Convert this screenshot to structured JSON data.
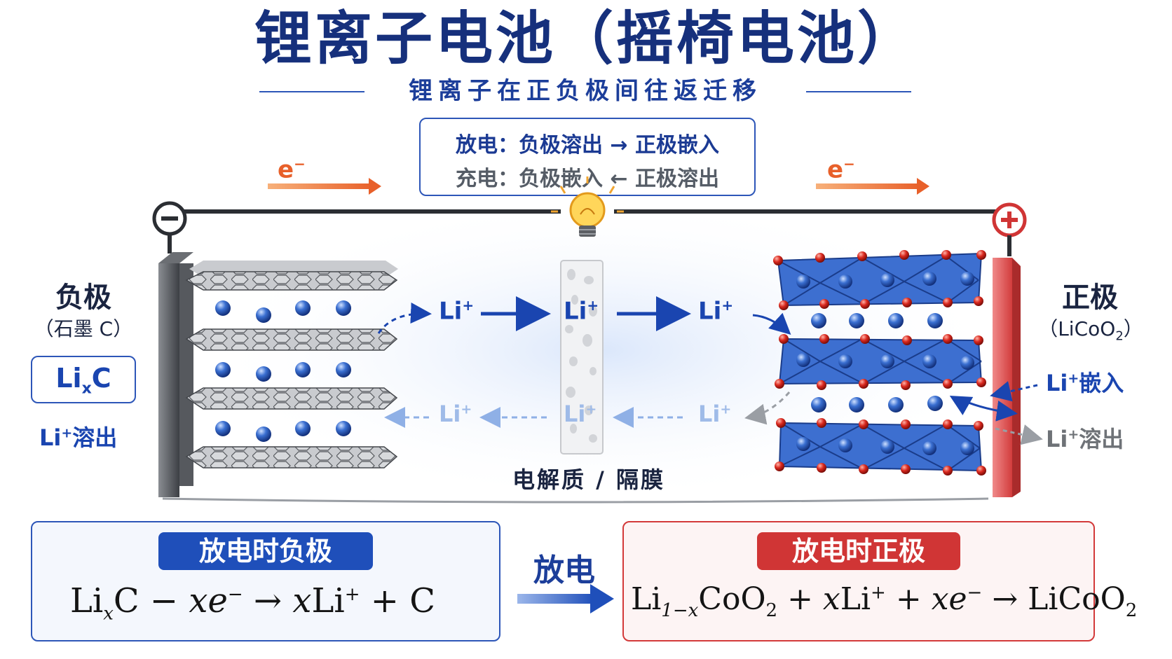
{
  "title": "锂离子电池（摇椅电池）",
  "subtitle": "锂离子在正负极间往返迁移",
  "legend": {
    "discharge": "放电：负极溶出 → 正极嵌入",
    "charge": "充电：负极嵌入 ← 正极溶出"
  },
  "electron_label": "e",
  "electron_sup": "−",
  "terminals": {
    "negative": "−",
    "positive": "+"
  },
  "negative_electrode": {
    "title": "负极",
    "material": "（石墨 C）",
    "formula_main": "Li",
    "formula_sub": "x",
    "formula_tail": "C",
    "process_label": "溶出",
    "li": "Li",
    "li_sup": "+"
  },
  "positive_electrode": {
    "title": "正极",
    "material_pre": "（LiCoO",
    "material_sub": "2",
    "material_post": "）",
    "embed_label": "嵌入",
    "dissolve_label": "溶出",
    "li": "Li",
    "li_sup": "+"
  },
  "ion_label": "Li",
  "ion_sup": "+",
  "electrolyte_label": "电解质 / 隔膜",
  "equations": {
    "left_tag": "放电时负极",
    "right_tag": "放电时正极",
    "center_label": "放电",
    "left": {
      "p1": "Li",
      "p1_sub": "x",
      "p2": "C − ",
      "p3": "xe",
      "p3_sup": "−",
      "p4": " → ",
      "p5": "x",
      "p6": "Li",
      "p6_sup": "+",
      "p7": " + C"
    },
    "right": {
      "p1": "Li",
      "p1_sub": "1−x",
      "p2": "CoO",
      "p2_sub": "2",
      "p3": " + ",
      "p4": "x",
      "p5": "Li",
      "p5_sup": "+",
      "p6": " + ",
      "p7": "xe",
      "p7_sup": "−",
      "p8": " → LiCoO",
      "p8_sub": "2"
    }
  },
  "colors": {
    "title": "#16307c",
    "accent_blue": "#1f4fba",
    "accent_red": "#d03535",
    "electron_arrow": "#e8602a",
    "ion_sphere": "#3a6fd1",
    "oxygen_sphere": "#d9281e"
  },
  "icons": [
    "bulb-icon",
    "minus-terminal-icon",
    "plus-terminal-icon"
  ]
}
